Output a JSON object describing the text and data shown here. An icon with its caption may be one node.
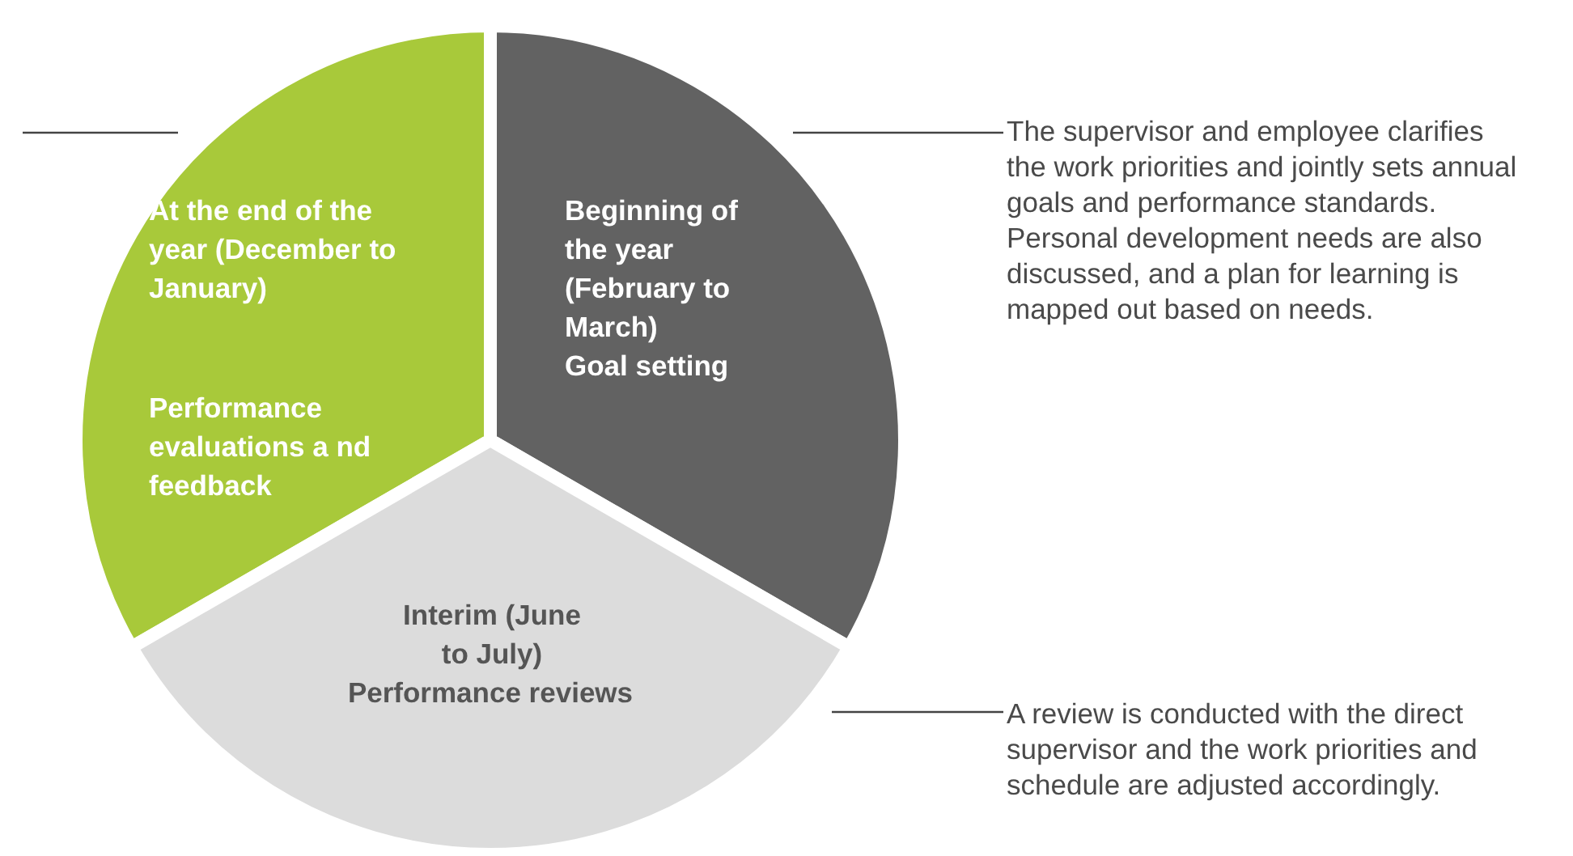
{
  "diagram": {
    "nodes": [
      {
        "text": [
          "At the end of the year (December to January)",
          "Performance evaluations a nd feedback"
        ]
      },
      {
        "text": [
          "Beginning of the year (February to March)",
          "Goal setting"
        ]
      },
      {
        "text": [
          "Interim (June to July)",
          "Performance reviews"
        ]
      },
      {
        "text": [
          "The supervisor and employee clarifies the work priorities and jointly sets annual goals and performance standards. Personal development needs are also discussed, and a plan for learning is mapped out based on needs."
        ]
      },
      {
        "text": [
          "A review is conducted with the direct supervisor and the work priorities and schedule are adjusted accordingly."
        ]
      }
    ],
    "edges": [
      {
        "from": null,
        "to": 0,
        "arrow": "none"
      },
      {
        "from": 1,
        "to": 3,
        "arrow": "none"
      },
      {
        "from": 2,
        "to": 4,
        "arrow": "none"
      }
    ]
  }
}
